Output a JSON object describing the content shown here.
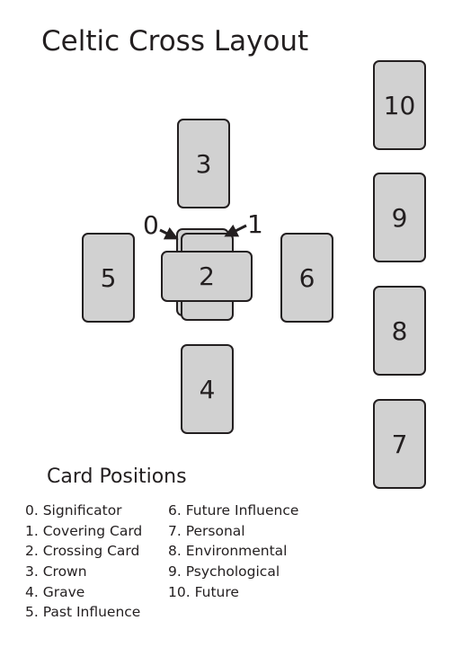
{
  "title": "Celtic Cross Layout",
  "cards": {
    "c0": "",
    "c1": "",
    "c2": "2",
    "c3": "3",
    "c4": "4",
    "c5": "5",
    "c6": "6",
    "c7": "7",
    "c8": "8",
    "c9": "9",
    "c10": "10"
  },
  "markers": {
    "significator": "0",
    "covering": "1"
  },
  "legend": {
    "heading": "Card Positions",
    "left": [
      "0. Significator",
      "1. Covering Card",
      "2. Crossing Card",
      "3. Crown",
      "4. Grave",
      "5. Past Influence"
    ],
    "right": [
      "6. Future Influence",
      "7. Personal",
      "8. Environmental",
      "9. Psychological",
      "10. Future"
    ]
  },
  "colors": {
    "card_fill": "#d1d1d1",
    "card_stroke": "#231f20",
    "text": "#231f20"
  }
}
